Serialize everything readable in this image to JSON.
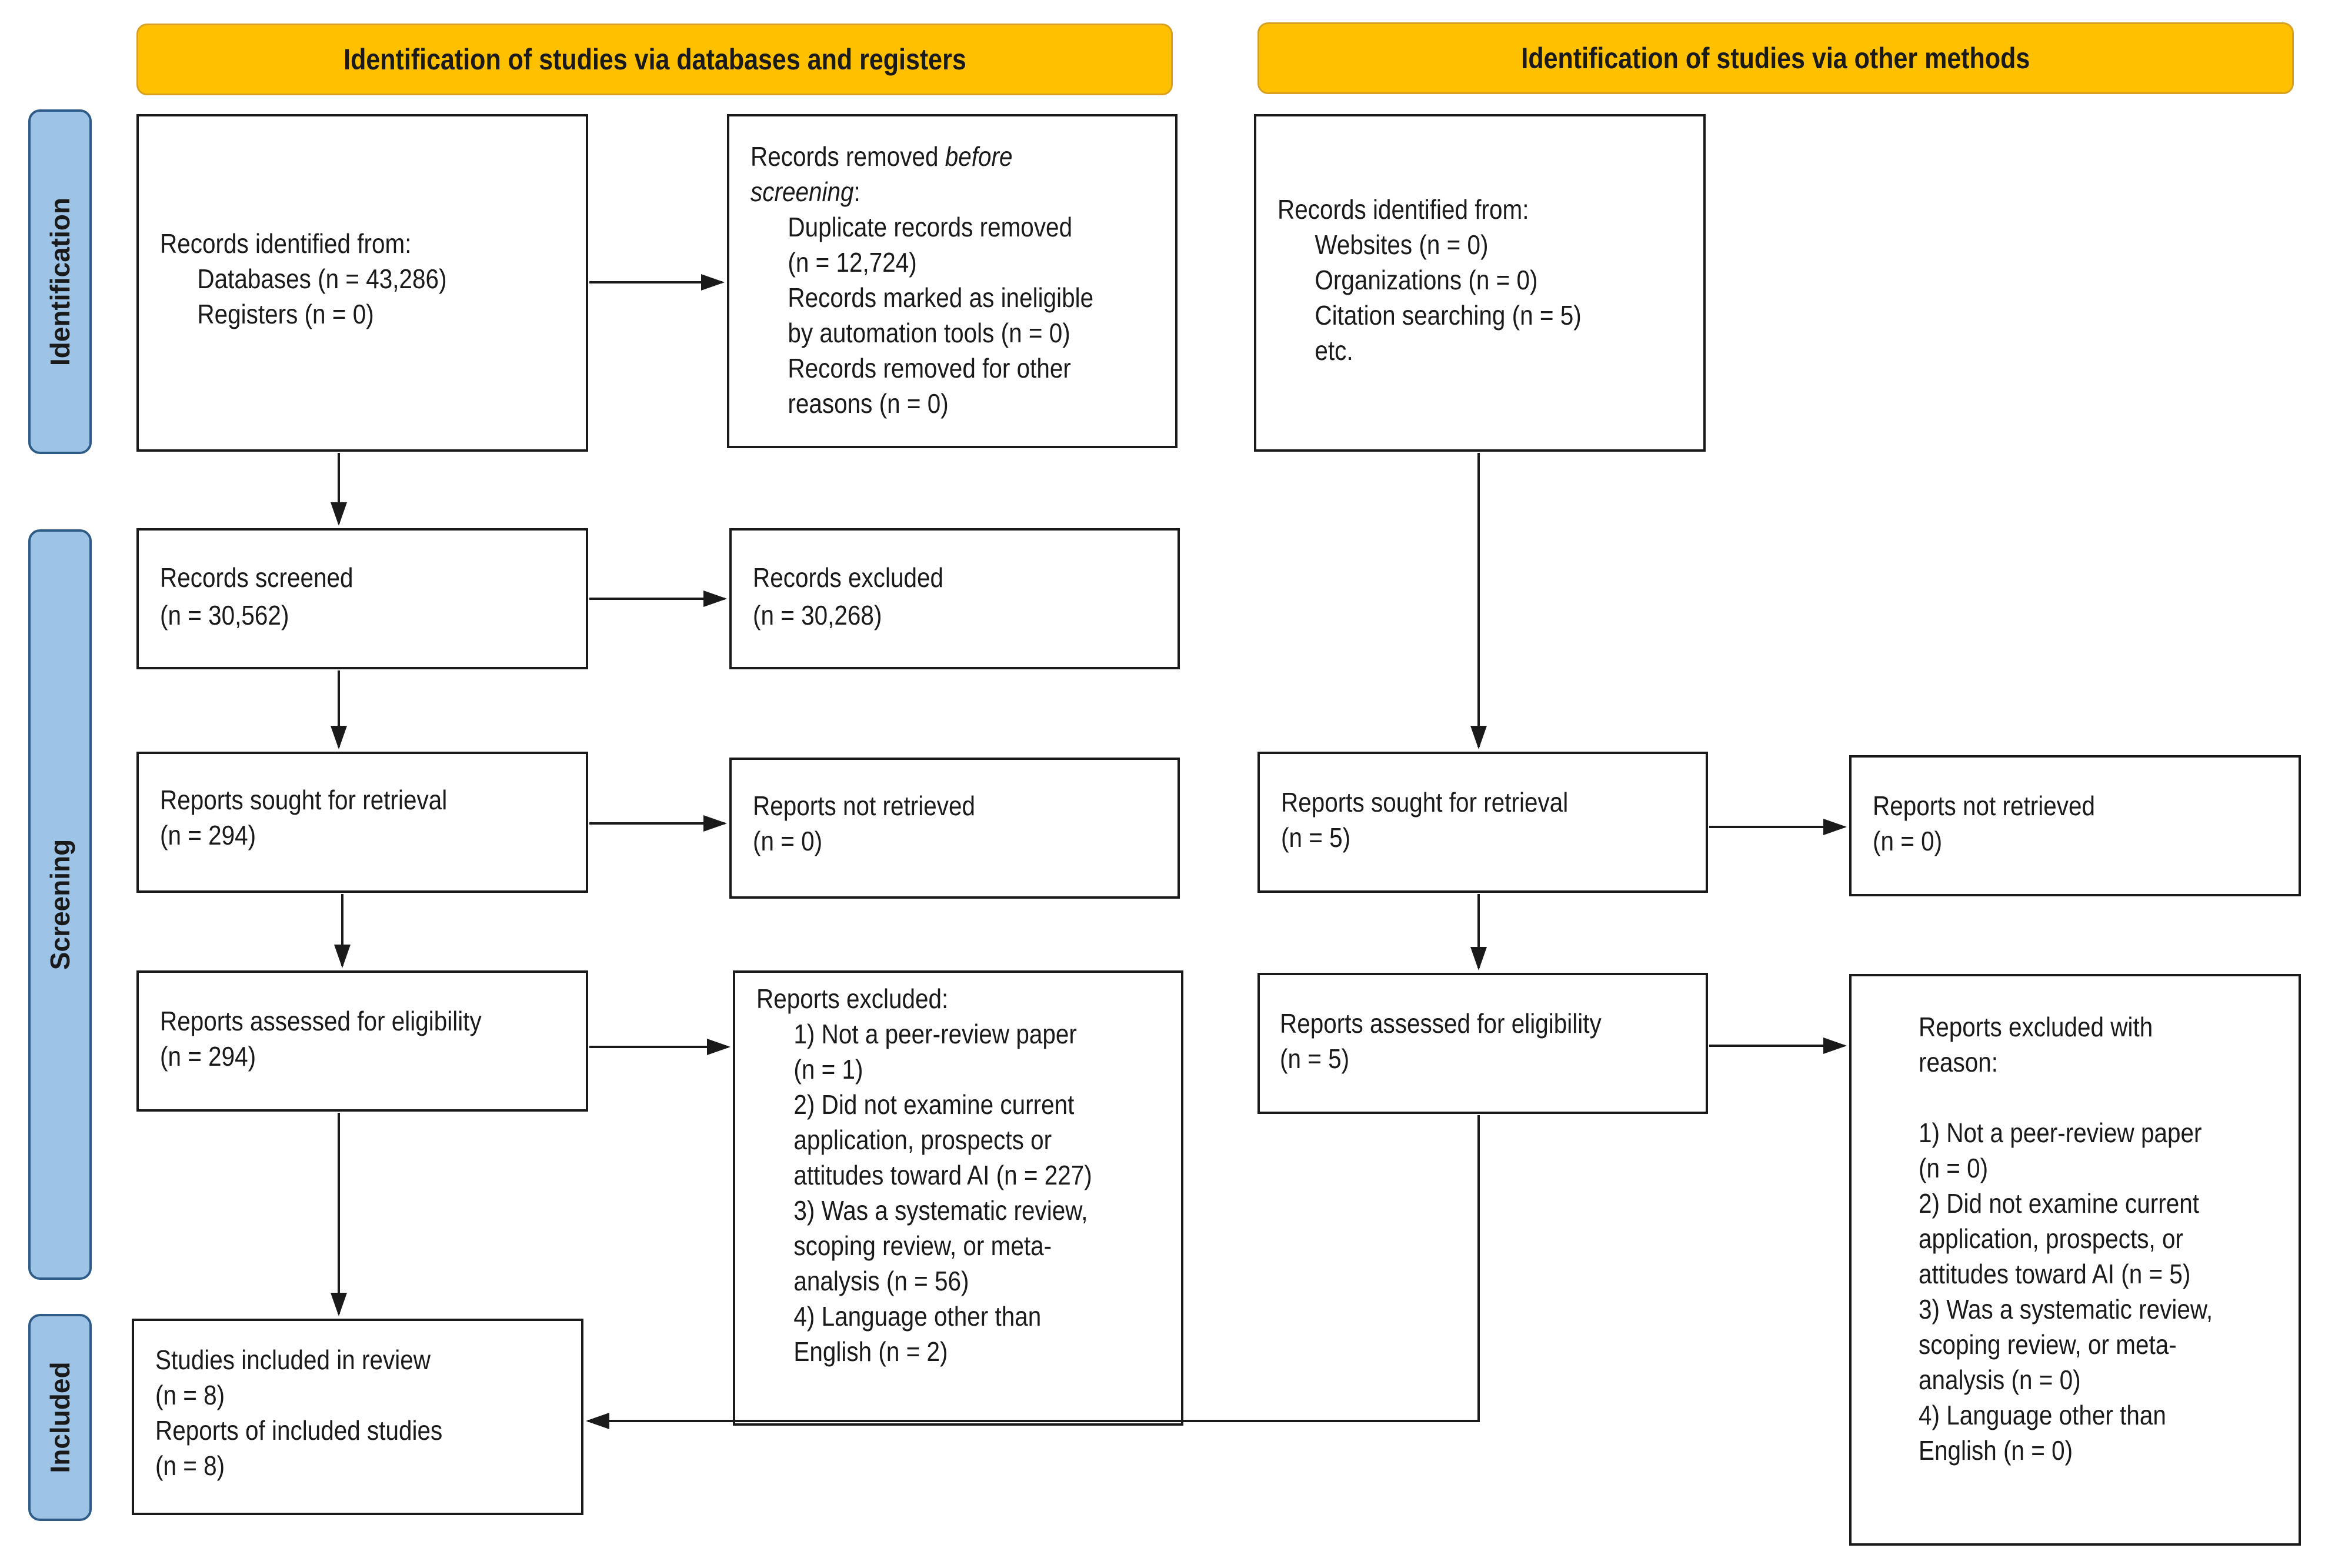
{
  "headers": {
    "databases": "Identification of studies via databases and registers",
    "other": "Identification of studies via other methods"
  },
  "phases": {
    "identification": "Identification",
    "screening": "Screening",
    "included": "Included"
  },
  "db": {
    "identified": {
      "title": "Records identified from:",
      "line1": "Databases (n = 43,286)",
      "line2": "Registers (n = 0)"
    },
    "removed": {
      "title_a": "Records removed ",
      "title_b": "before",
      "title_c": "screening",
      "title_d": ":",
      "line1": "Duplicate records removed",
      "line2": "(n = 12,724)",
      "line3": "Records marked as ineligible",
      "line4": "by automation tools (n = 0)",
      "line5": "Records removed for other",
      "line6": "reasons (n = 0)"
    },
    "screened": {
      "title": "Records screened",
      "count": "(n = 30,562)"
    },
    "excluded": {
      "title": "Records excluded",
      "count": "(n = 30,268)"
    },
    "sought": {
      "title": "Reports sought for retrieval",
      "count": "(n = 294)"
    },
    "not_retrieved": {
      "title": "Reports not retrieved",
      "count": "(n = 0)"
    },
    "assessed": {
      "title": "Reports assessed for eligibility",
      "count": "(n = 294)"
    },
    "reports_excluded": {
      "title": "Reports excluded:",
      "lines": [
        "1) Not a peer-review paper",
        "(n = 1)",
        "2) Did not examine current",
        "application, prospects or",
        "attitudes toward AI (n = 227)",
        "3) Was a systematic review,",
        "scoping review, or meta-",
        "analysis (n = 56)",
        "4) Language other than",
        "English (n = 2)"
      ]
    },
    "included": {
      "line1": "Studies included in review",
      "line2": "(n = 8)",
      "line3": "Reports of included studies",
      "line4": "(n = 8)"
    }
  },
  "other": {
    "identified": {
      "title": "Records identified from:",
      "line1": "Websites (n = 0)",
      "line2": "Organizations (n = 0)",
      "line3": "Citation searching (n = 5)",
      "line4": "etc."
    },
    "sought": {
      "title": "Reports sought for retrieval",
      "count": "(n = 5)"
    },
    "not_retrieved": {
      "title": "Reports not retrieved",
      "count": "(n = 0)"
    },
    "assessed": {
      "title": "Reports assessed for eligibility",
      "count": "(n = 5)"
    },
    "reports_excluded": {
      "title1": "Reports excluded with",
      "title2": "reason:",
      "lines": [
        "1) Not a peer-review paper",
        "(n = 0)",
        "2) Did not examine current",
        "application, prospects, or",
        "attitudes toward AI (n = 5)",
        "3) Was a systematic review,",
        "scoping review, or meta-",
        "analysis (n = 0)",
        "4) Language other than",
        "English (n = 0)"
      ]
    }
  },
  "colors": {
    "header_fill": "#ffc000",
    "phase_fill": "#9dc3e6",
    "phase_border": "#2f5c87",
    "line": "#1a1a1a"
  }
}
